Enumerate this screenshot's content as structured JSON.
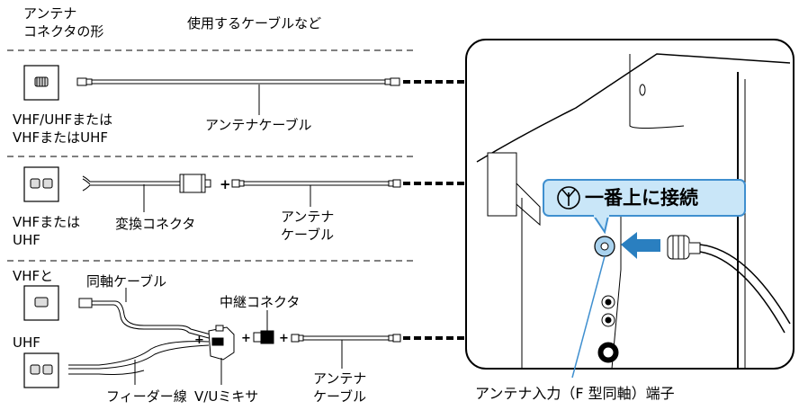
{
  "header": {
    "connector_shape_line1": "アンテナ",
    "connector_shape_line2": "コネクタの形",
    "cables_used": "使用するケーブルなど"
  },
  "rows": [
    {
      "wall_line1": "VHF/UHFまたは",
      "wall_line2": "VHFまたはUHF",
      "cable_label": "アンテナケーブル"
    },
    {
      "wall_line1": "VHFまたは",
      "wall_line2": "UHF",
      "converter_label": "変換コネクタ",
      "cable_label_line1": "アンテナ",
      "cable_label_line2": "ケーブル"
    },
    {
      "wall_top": "VHFと",
      "coax_label": "同軸ケーブル",
      "wall_bottom": "UHF",
      "relay_label": "中継コネクタ",
      "feeder_label": "フィーダー線",
      "mixer_label": "V/Uミキサ",
      "cable_label_line1": "アンテナ",
      "cable_label_line2": "ケーブル"
    }
  ],
  "callout": {
    "icon": "antenna-circle-icon",
    "text": "一番上に接続"
  },
  "terminal_caption": "アンテナ入力（F 型同軸）端子",
  "colors": {
    "callout_fill": "#c9e6f8",
    "callout_border": "#3f8fcf",
    "arrow": "#2a7fc0",
    "terminal_fill": "#a9d2ee"
  }
}
